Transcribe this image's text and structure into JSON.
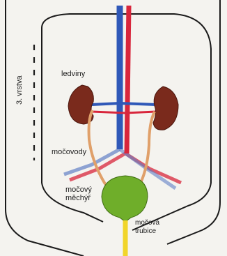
{
  "labels": {
    "layer": "3. vrstva",
    "kidneys": "ledviny",
    "ureters": "močovody",
    "bladder_line1": "močový",
    "bladder_line2": "měchýř",
    "urethra_line1": "močová",
    "urethra_line2": "trubice"
  },
  "colors": {
    "background": "#f4f3ef",
    "outline": "#1a1a1a",
    "artery": "#d8263c",
    "vein": "#2f58b8",
    "kidney": "#7a2a1c",
    "ureter": "#e0a06a",
    "bladder": "#6fae2a",
    "urethra": "#f1d52a"
  }
}
